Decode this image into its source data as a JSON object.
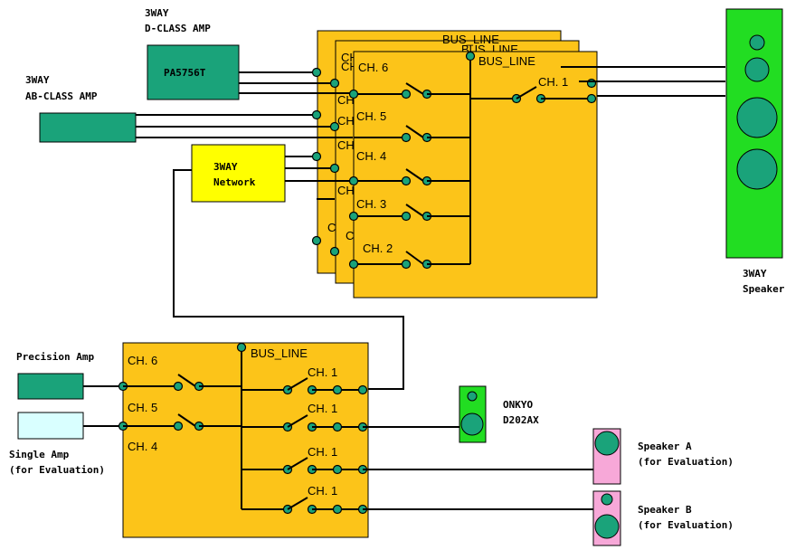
{
  "top": {
    "dclass_amp_title": [
      "3WAY",
      "D-CLASS AMP"
    ],
    "dclass_amp_name": "PA5756T",
    "abclass_amp_title": [
      "3WAY",
      "AB-CLASS AMP"
    ],
    "network_label": [
      "3WAY",
      "Network"
    ],
    "bus_label_back2": "BUS_LINE",
    "bus_label_back1": "BUS_LINE",
    "bus_label_front": "BUS_LINE",
    "channels": [
      "CH. 6",
      "CH. 5",
      "CH. 4",
      "CH. 3",
      "CH. 2"
    ],
    "output_channel": "CH. 1",
    "ghost_channel_letter": "C",
    "ghost_channel_prefix": "CH",
    "speaker_label": [
      "3WAY",
      "Speaker"
    ]
  },
  "bottom": {
    "precision_amp_label": "Precision Amp",
    "single_amp_label": [
      "Single Amp",
      "(for Evaluation)"
    ],
    "bus_label": "BUS_LINE",
    "channels": [
      "CH. 6",
      "CH. 5",
      "CH. 4"
    ],
    "output_channels": [
      "CH. 1",
      "CH. 1",
      "CH. 1",
      "CH. 1"
    ],
    "onkyo_label": [
      "ONKYO",
      "D202AX"
    ],
    "speaker_a_label": [
      "Speaker A",
      "(for Evaluation)"
    ],
    "speaker_b_label": [
      "Speaker B",
      "(for Evaluation)"
    ]
  },
  "colors": {
    "panel": "#fcc419",
    "amp": "#1aa37a",
    "network": "#ffff00",
    "speaker_3way": "#22dd22",
    "speaker_onkyo": "#22dd22",
    "speaker_eval": "#f7a8d8",
    "single_amp": "#d9ffff",
    "node": "#1aa37a"
  }
}
